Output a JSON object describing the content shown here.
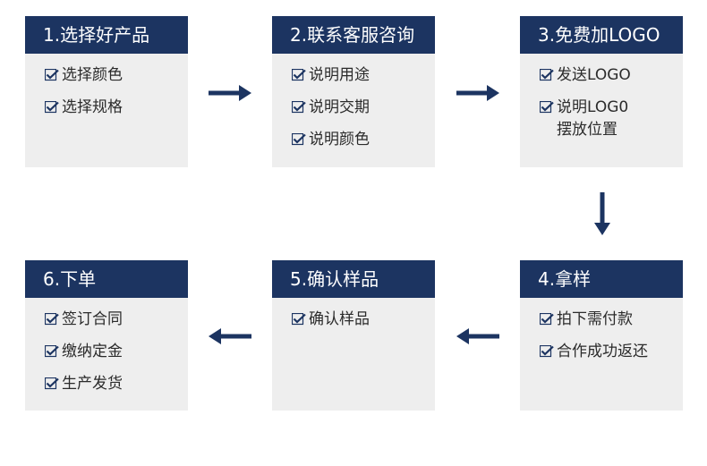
{
  "colors": {
    "header_bg": "#1c3461",
    "card_bg": "#eeeeee",
    "arrow": "#1c3461"
  },
  "steps": [
    {
      "title": "1.选择好产品",
      "items": [
        "选择颜色",
        "选择规格"
      ]
    },
    {
      "title": "2.联系客服咨询",
      "items": [
        "说明用途",
        "说明交期",
        "说明颜色"
      ]
    },
    {
      "title": "3.免费加LOGO",
      "items": [
        "发送LOGO",
        "说明LOG0\n摆放位置"
      ]
    },
    {
      "title": "4.拿样",
      "items": [
        "拍下需付款",
        "合作成功返还"
      ]
    },
    {
      "title": "5.确认样品",
      "items": [
        "确认样品"
      ]
    },
    {
      "title": "6.下单",
      "items": [
        "签订合同",
        "缴纳定金",
        "生产发货"
      ]
    }
  ],
  "check_icon": "check-mark-icon",
  "arrow_icons": [
    "arrow-right-icon",
    "arrow-down-icon",
    "arrow-left-icon"
  ]
}
